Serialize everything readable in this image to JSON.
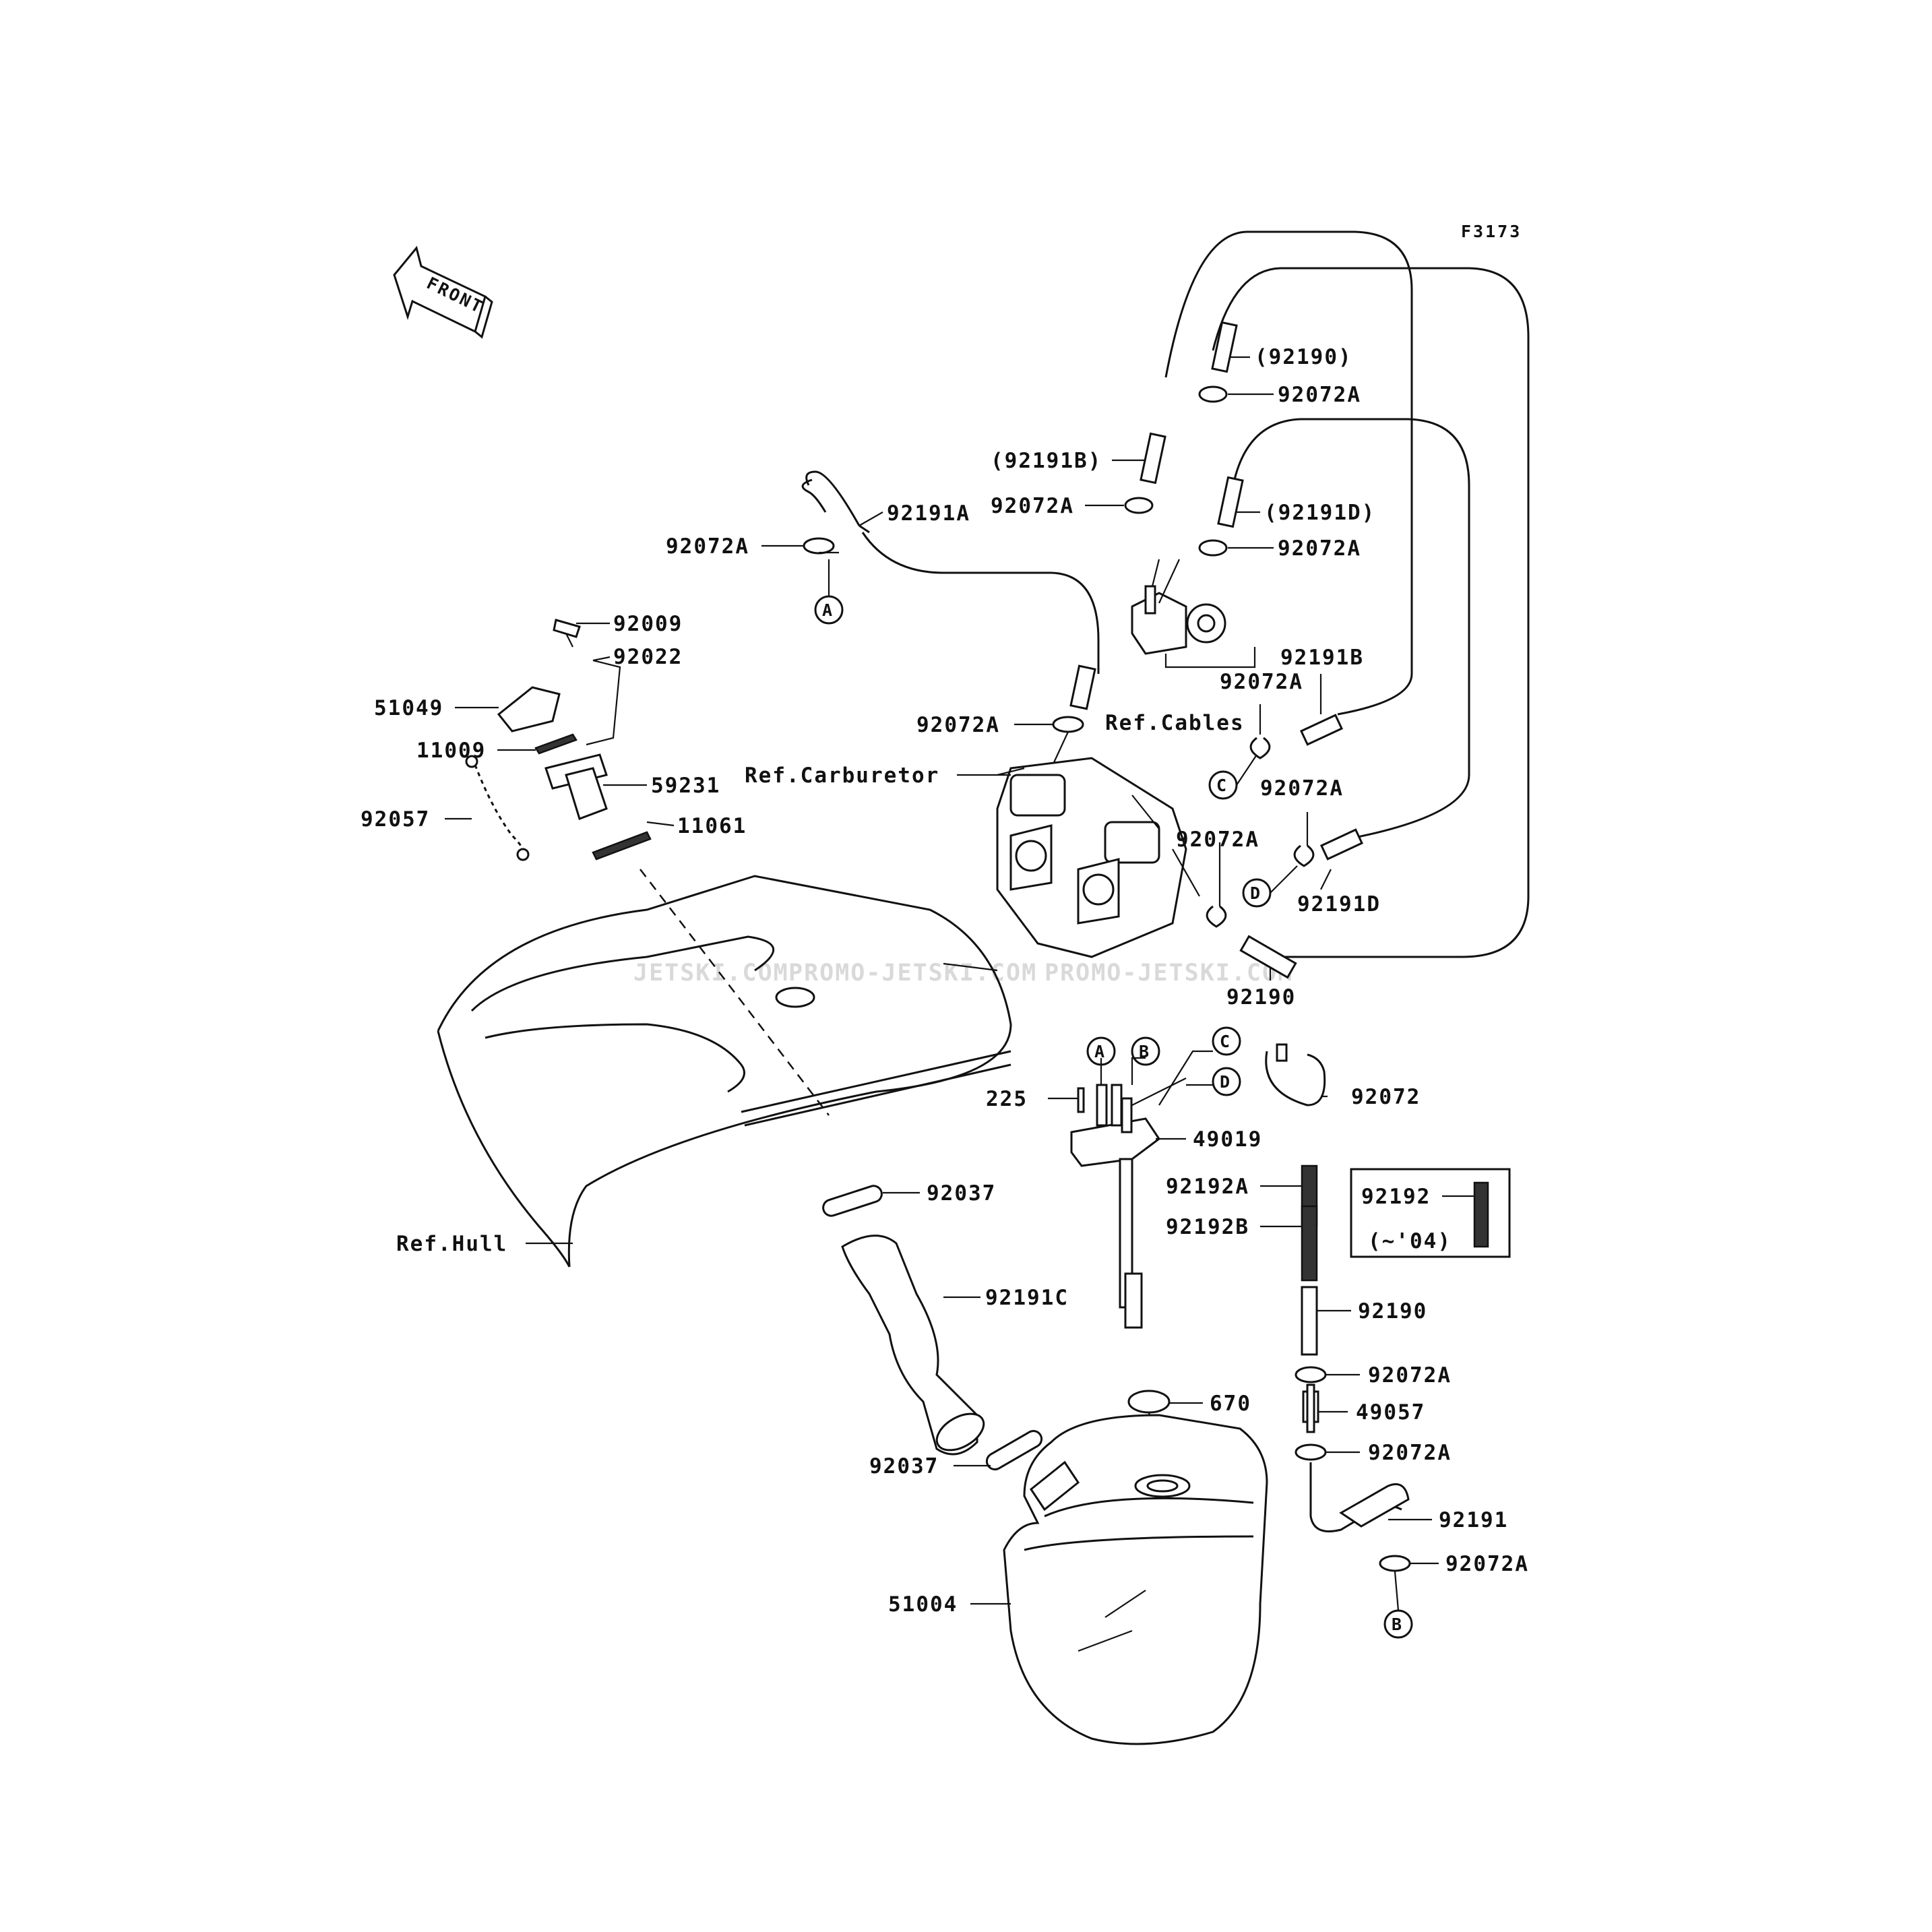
{
  "figure_code": "F3173",
  "front_label": "FRONT",
  "watermark": [
    "JETSKI.COM",
    "PROMO-JETSKI.COM",
    "PROMO-JETSKI.COM"
  ],
  "callouts": {
    "c_92190_top": "(92190)",
    "c_92072a_1": "92072A",
    "c_92191b_p": "(92191B)",
    "c_92072a_2": "92072A",
    "c_92191d_p": "(92191D)",
    "c_92072a_3": "92072A",
    "c_92191a": "92191A",
    "c_92072a_4": "92072A",
    "c_92009": "92009",
    "c_92022": "92022",
    "c_51049": "51049",
    "c_11009": "11009",
    "c_59231": "59231",
    "c_92057": "92057",
    "c_11061": "11061",
    "c_92072a_5": "92072A",
    "c_ref_carb": "Ref.Carburetor",
    "c_ref_cables": "Ref.Cables",
    "c_92191b": "92191B",
    "c_92072a_6": "92072A",
    "c_92072a_7": "92072A",
    "c_92072a_8": "92072A",
    "c_92191d": "92191D",
    "c_92190_mid": "92190",
    "c_225": "225",
    "c_49019": "49019",
    "c_92072": "92072",
    "c_92192a": "92192A",
    "c_92192b": "92192B",
    "c_92192": "92192",
    "c_92192_note": "(~'04)",
    "c_92037_a": "92037",
    "c_ref_hull": "Ref.Hull",
    "c_92191c": "92191C",
    "c_92190_low": "92190",
    "c_92072a_9": "92072A",
    "c_670": "670",
    "c_49057": "49057",
    "c_92072a_10": "92072A",
    "c_92037_b": "92037",
    "c_92191": "92191",
    "c_92072a_11": "92072A",
    "c_51004": "51004"
  },
  "connectors": {
    "A": "A",
    "B": "B",
    "C": "C",
    "D": "D"
  }
}
